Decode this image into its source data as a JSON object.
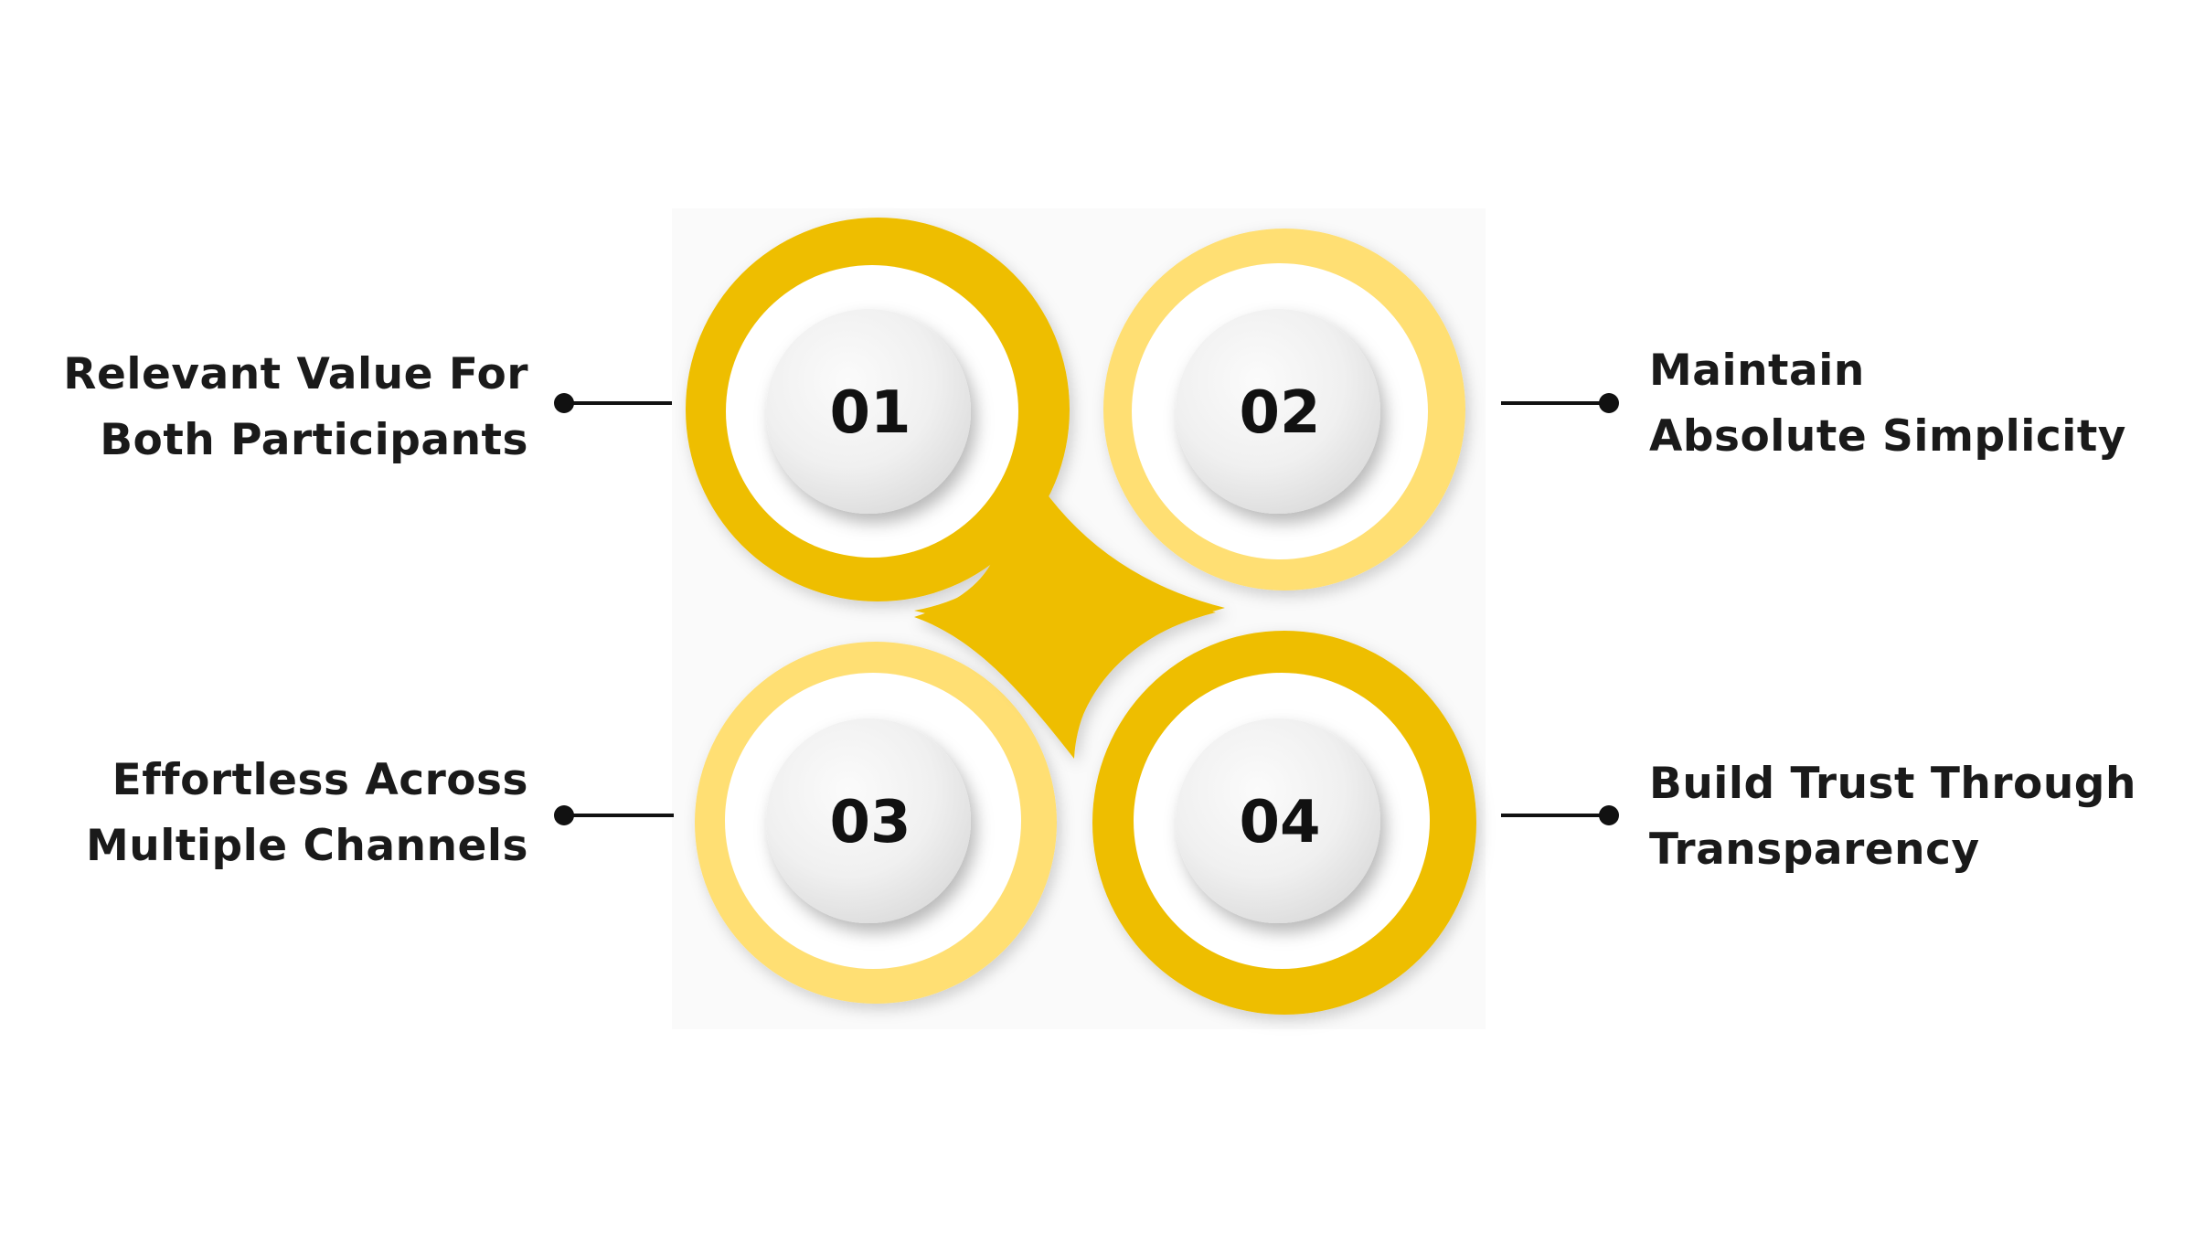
{
  "colors": {
    "gold": "#EEBE05",
    "light_gold": "#FFDF73",
    "connector": "#111111",
    "text": "#1a1a1a",
    "disc": "#f1f1f1"
  },
  "items": [
    {
      "number": "01",
      "lines": [
        "Relevant Value For",
        "Both Participants"
      ],
      "ring_color": "gold"
    },
    {
      "number": "02",
      "lines": [
        "Maintain",
        "Absolute Simplicity"
      ],
      "ring_color": "light_gold"
    },
    {
      "number": "03",
      "lines": [
        "Effortless Across",
        "Multiple Channels"
      ],
      "ring_color": "light_gold"
    },
    {
      "number": "04",
      "lines": [
        "Build Trust Through",
        "Transparency"
      ],
      "ring_color": "gold"
    }
  ]
}
